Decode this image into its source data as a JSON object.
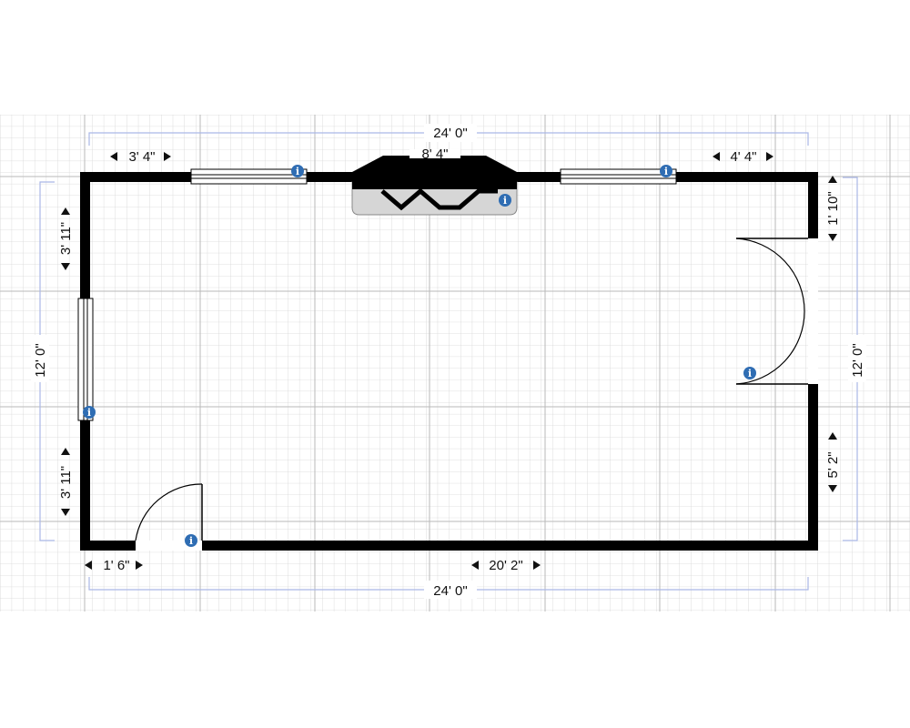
{
  "plan": {
    "overall_dimensions": {
      "top_width": "24' 0\"",
      "bottom_width": "24' 0\"",
      "left_height": "12' 0\"",
      "right_height": "12' 0\""
    },
    "segment_dimensions": {
      "top_left": "3' 4\"",
      "top_center": "8' 4\"",
      "top_right": "4' 4\"",
      "left_upper": "3' 11\"",
      "left_lower": "3' 11\"",
      "right_upper": "1' 10\"",
      "right_lower": "5' 2\"",
      "bottom_left": "1' 6\"",
      "bottom_right": "20' 2\""
    },
    "info_icon_glyph": "i",
    "colors": {
      "wall": "#000000",
      "grid_minor": "#d3d3d3",
      "grid_major": "#b4b4b4",
      "dimension_line": "#aab7e6",
      "info_icon": "#2f6db3",
      "bay_window_fill": "#d6d6d6"
    }
  }
}
